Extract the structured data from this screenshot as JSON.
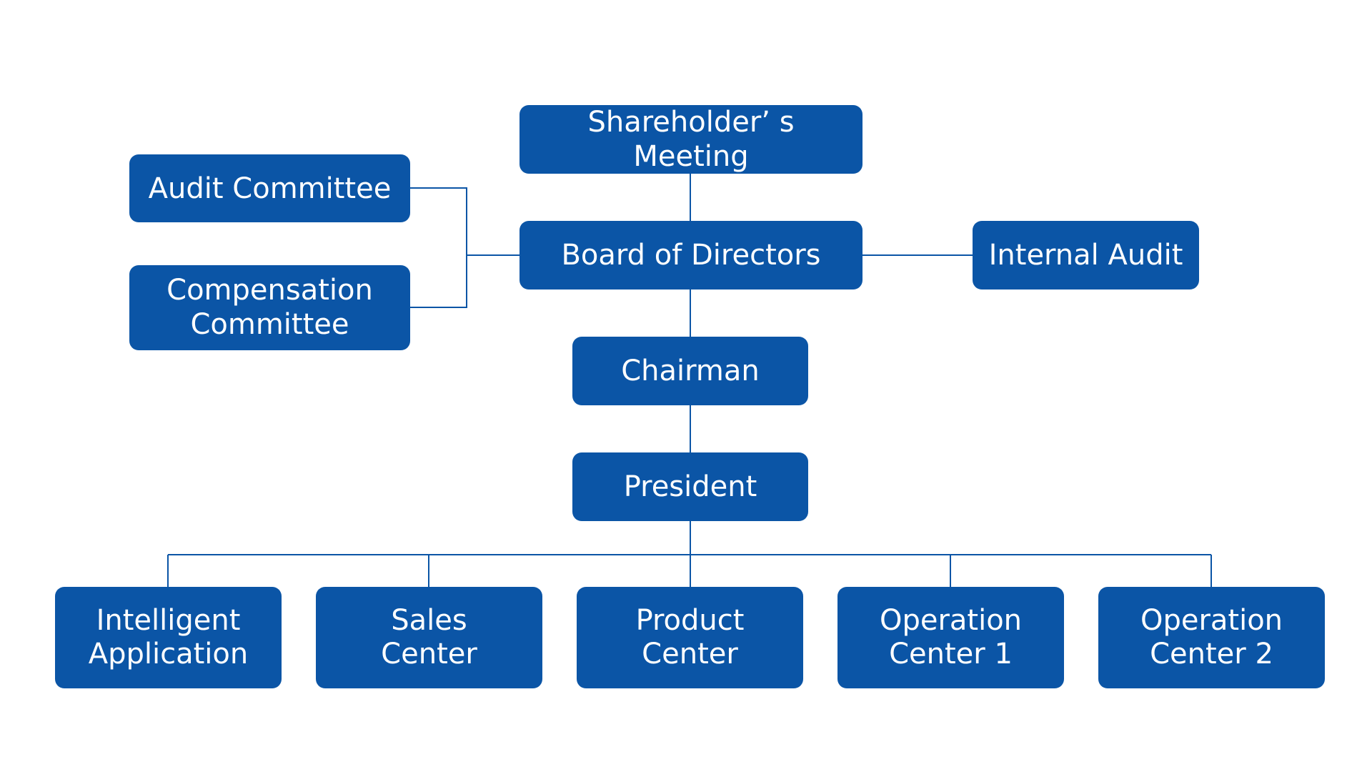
{
  "org_chart": {
    "nodes": {
      "shareholders_meeting": "Shareholder’ s Meeting",
      "audit_committee": "Audit Committee",
      "compensation_committee": "Compensation\nCommittee",
      "board_of_directors": "Board of Directors",
      "internal_audit": "Internal Audit",
      "chairman": "Chairman",
      "president": "President",
      "intelligent_application": "Intelligent\nApplication",
      "sales_center": "Sales\nCenter",
      "product_center": "Product\nCenter",
      "operation_center_1": "Operation\nCenter 1",
      "operation_center_2": "Operation\nCenter 2"
    },
    "colors": {
      "node_fill": "#0b55a6",
      "node_text": "#ffffff",
      "connector": "#0b55a6",
      "background": "#ffffff"
    }
  }
}
